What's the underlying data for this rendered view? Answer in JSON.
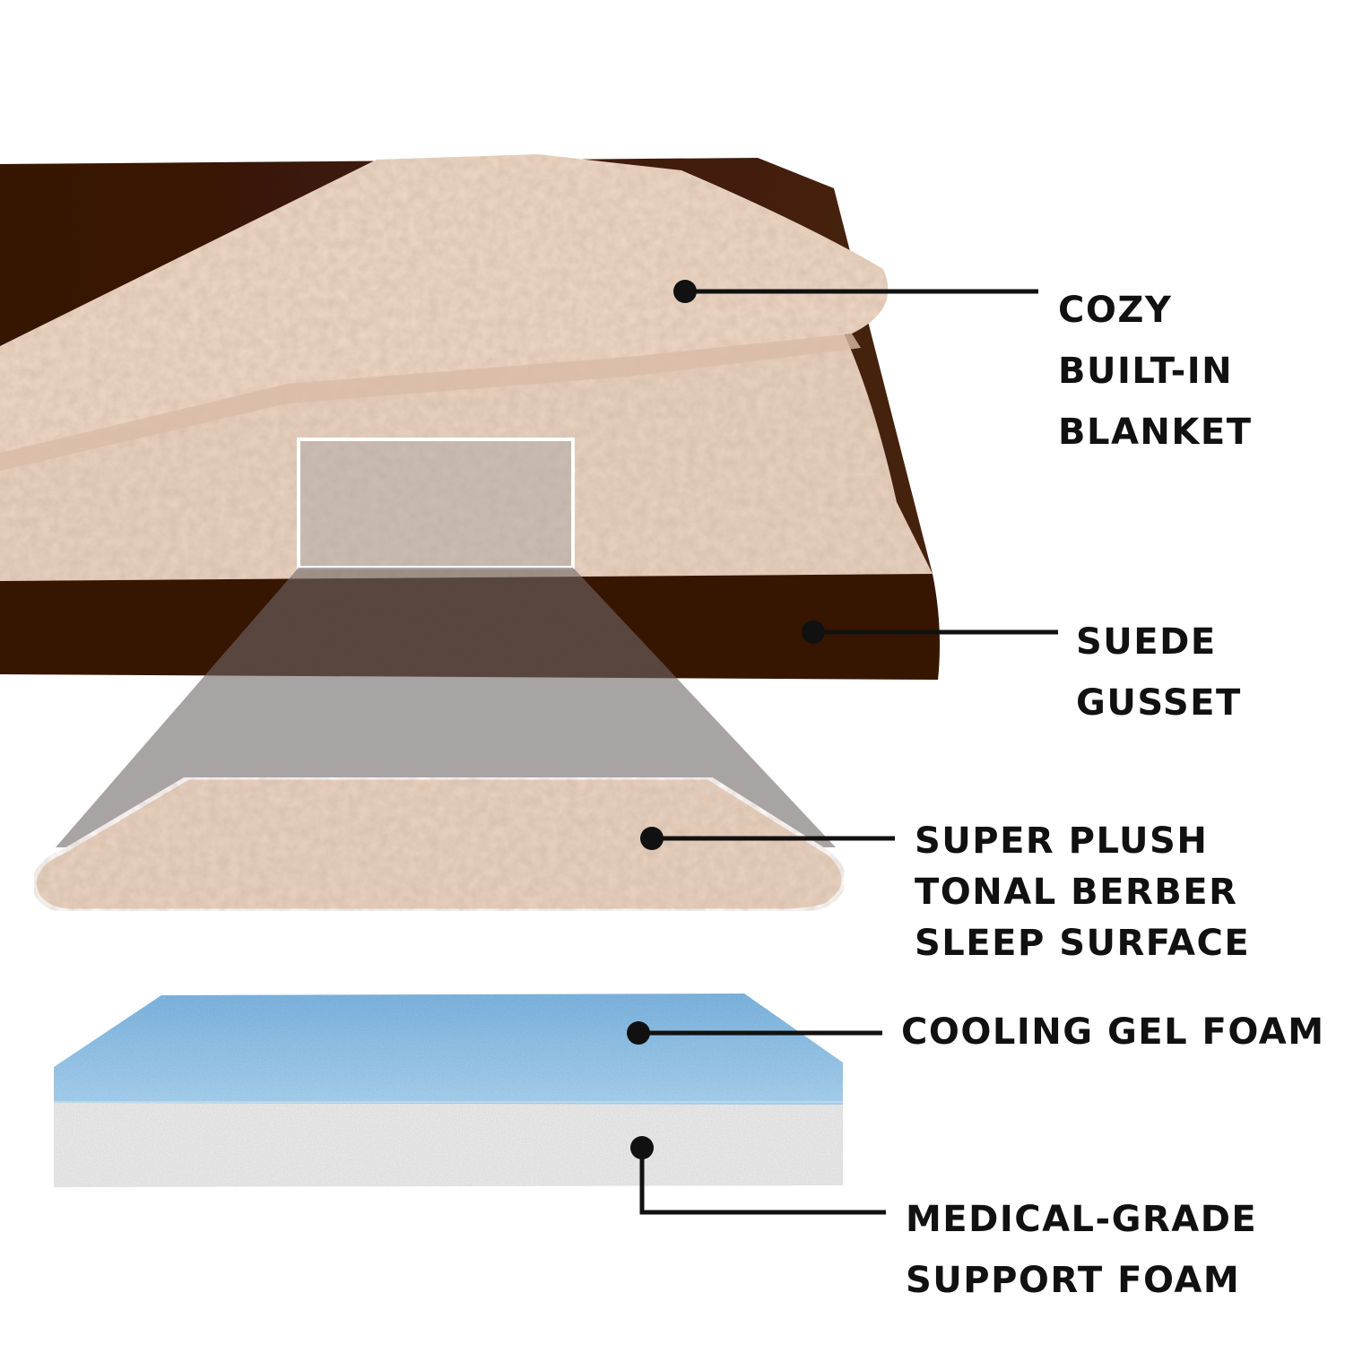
{
  "colors": {
    "background": "#ffffff",
    "suede": "#3e1f12",
    "berber": "#ead3c1",
    "gel_foam": "#8fc2e8",
    "support_foam": "#ececec",
    "callout": "#111111"
  },
  "callouts": {
    "blanket": {
      "lines": [
        "COZY",
        "BUILT-IN",
        "BLANKET"
      ]
    },
    "gusset": {
      "lines": [
        "SUEDE",
        "GUSSET"
      ]
    },
    "berber": {
      "lines": [
        "SUPER PLUSH",
        "TONAL BERBER",
        "SLEEP SURFACE"
      ]
    },
    "gel": {
      "lines": [
        "COOLING GEL FOAM"
      ]
    },
    "support": {
      "lines": [
        "MEDICAL-GRADE",
        "SUPPORT FOAM"
      ]
    }
  }
}
